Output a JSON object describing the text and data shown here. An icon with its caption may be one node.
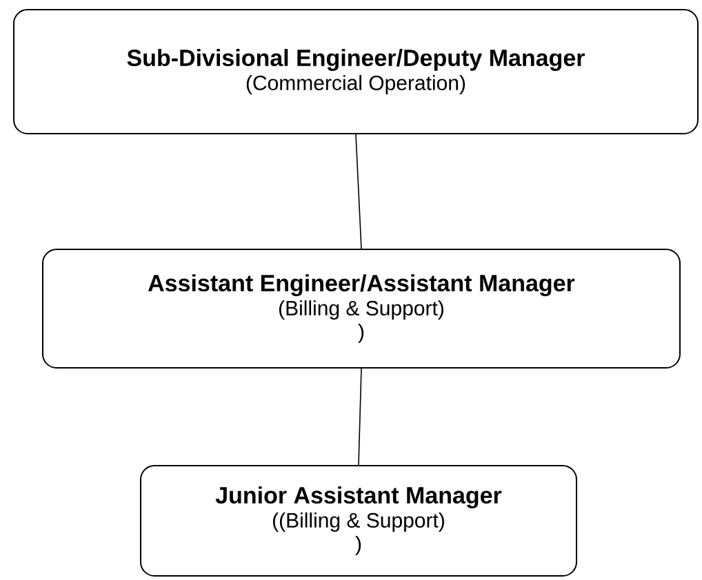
{
  "diagram": {
    "nodes": [
      {
        "text": [
          "Sub-Divisional Engineer/Deputy Manager",
          "(Commercial Operation)"
        ]
      },
      {
        "text": [
          "Assistant Engineer/Assistant Manager",
          "(Billing & Support)",
          ")"
        ]
      },
      {
        "text": [
          "Junior Assistant Manager",
          "((Billing & Support)",
          ")"
        ]
      }
    ],
    "edges": [
      {
        "from": 0,
        "to": 1,
        "arrow": "none"
      },
      {
        "from": 1,
        "to": 2,
        "arrow": "none"
      }
    ]
  }
}
